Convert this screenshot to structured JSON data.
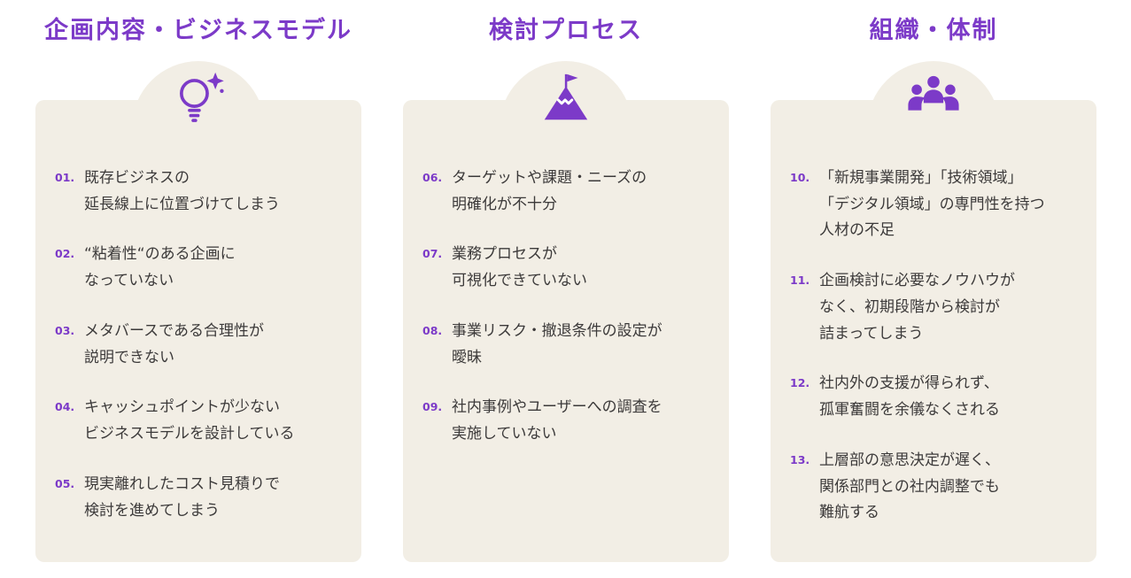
{
  "theme": {
    "accent": "#7C3AC8",
    "card_bg": "#F2EEE5",
    "text": "#3C3A3A",
    "page_bg": "#FFFFFF"
  },
  "columns": [
    {
      "title": "企画内容・ビジネスモデル",
      "icon": "lightbulb-sparkle-icon",
      "items": [
        {
          "num": "01.",
          "text": "既存ビジネスの\n延長線上に位置づけてしまう"
        },
        {
          "num": "02.",
          "text": "“粘着性“のある企画に\nなっていない"
        },
        {
          "num": "03.",
          "text": "メタバースである合理性が\n説明できない"
        },
        {
          "num": "04.",
          "text": "キャッシュポイントが少ない\nビジネスモデルを設計している"
        },
        {
          "num": "05.",
          "text": "現実離れしたコスト見積りで\n検討を進めてしまう"
        }
      ]
    },
    {
      "title": "検討プロセス",
      "icon": "mountain-flag-icon",
      "items": [
        {
          "num": "06.",
          "text": "ターゲットや課題・ニーズの\n明確化が不十分"
        },
        {
          "num": "07.",
          "text": "業務プロセスが\n可視化できていない"
        },
        {
          "num": "08.",
          "text": "事業リスク・撤退条件の設定が\n曖昧"
        },
        {
          "num": "09.",
          "text": "社内事例やユーザーへの調査を\n実施していない"
        }
      ]
    },
    {
      "title": "組織・体制",
      "icon": "people-meeting-icon",
      "items": [
        {
          "num": "10.",
          "text": "「新規事業開発」「技術領域」\n「デジタル領域」の専門性を持つ\n人材の不足"
        },
        {
          "num": "11.",
          "text": "企画検討に必要なノウハウが\nなく、初期段階から検討が\n詰まってしまう"
        },
        {
          "num": "12.",
          "text": "社内外の支援が得られず、\n孤軍奮闘を余儀なくされる"
        },
        {
          "num": "13.",
          "text": "上層部の意思決定が遅く、\n関係部門との社内調整でも\n難航する"
        }
      ]
    }
  ]
}
